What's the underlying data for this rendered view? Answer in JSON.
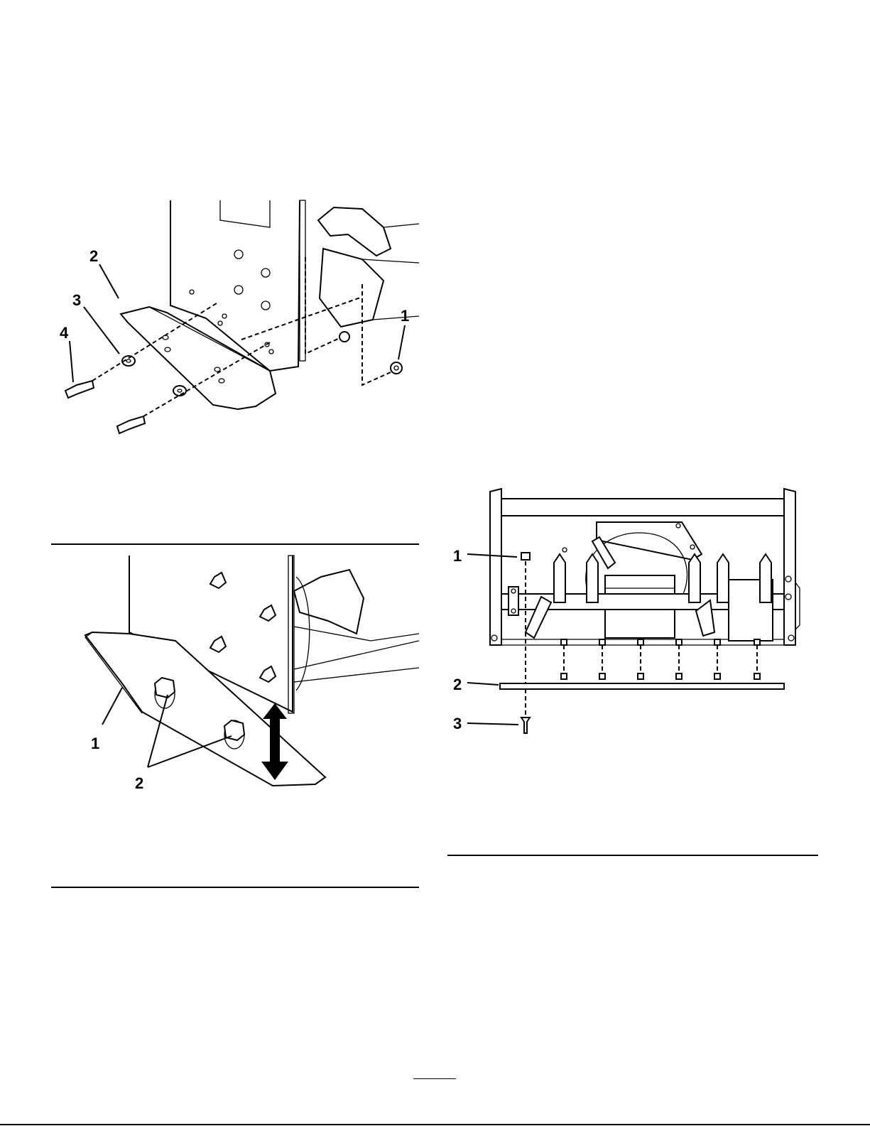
{
  "figure1": {
    "callouts": [
      "1",
      "2",
      "3",
      "4"
    ]
  },
  "figure2": {
    "callouts": [
      "1",
      "2"
    ]
  },
  "figure3": {
    "callouts": [
      "1",
      "2",
      "3"
    ]
  }
}
